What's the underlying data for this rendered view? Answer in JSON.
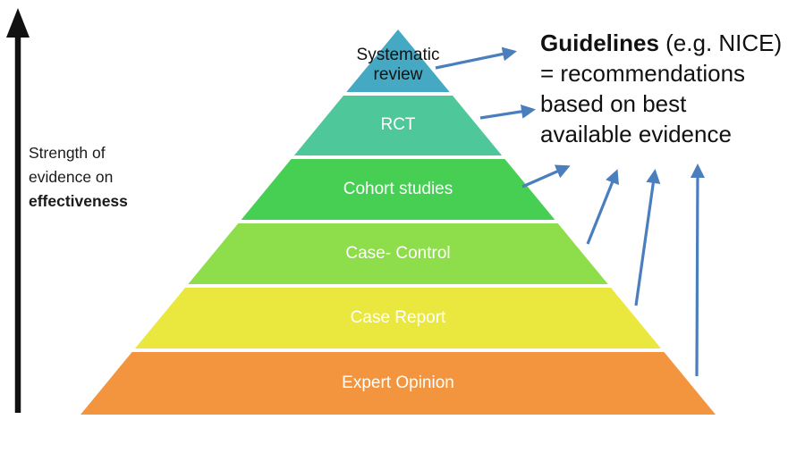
{
  "colors": {
    "arrow_blue": "#4A7EBD",
    "axis_black": "#111111",
    "background": "#FFFFFF"
  },
  "left_axis": {
    "lines": [
      "Strength of",
      "evidence on",
      "effectiveness"
    ]
  },
  "pyramid": {
    "levels": [
      {
        "label": "Systematic review",
        "color": "#46A9C4",
        "text_color": "#111111"
      },
      {
        "label": "RCT",
        "color": "#4EC79A",
        "text_color": "#FFFFFF"
      },
      {
        "label": "Cohort studies",
        "color": "#47CF54",
        "text_color": "#FFFFFF"
      },
      {
        "label": "Case- Control",
        "color": "#8EDD4B",
        "text_color": "#FFFFFF"
      },
      {
        "label": "Case Report",
        "color": "#EAE73F",
        "text_color": "#FFFFFF"
      },
      {
        "label": "Expert Opinion",
        "color": "#F2953E",
        "text_color": "#FFFFFF"
      }
    ]
  },
  "annotation": {
    "title_bold": "Guidelines",
    "title_rest": " (e.g. NICE)",
    "lines": [
      "= recommendations",
      "based on best",
      "available evidence"
    ]
  }
}
